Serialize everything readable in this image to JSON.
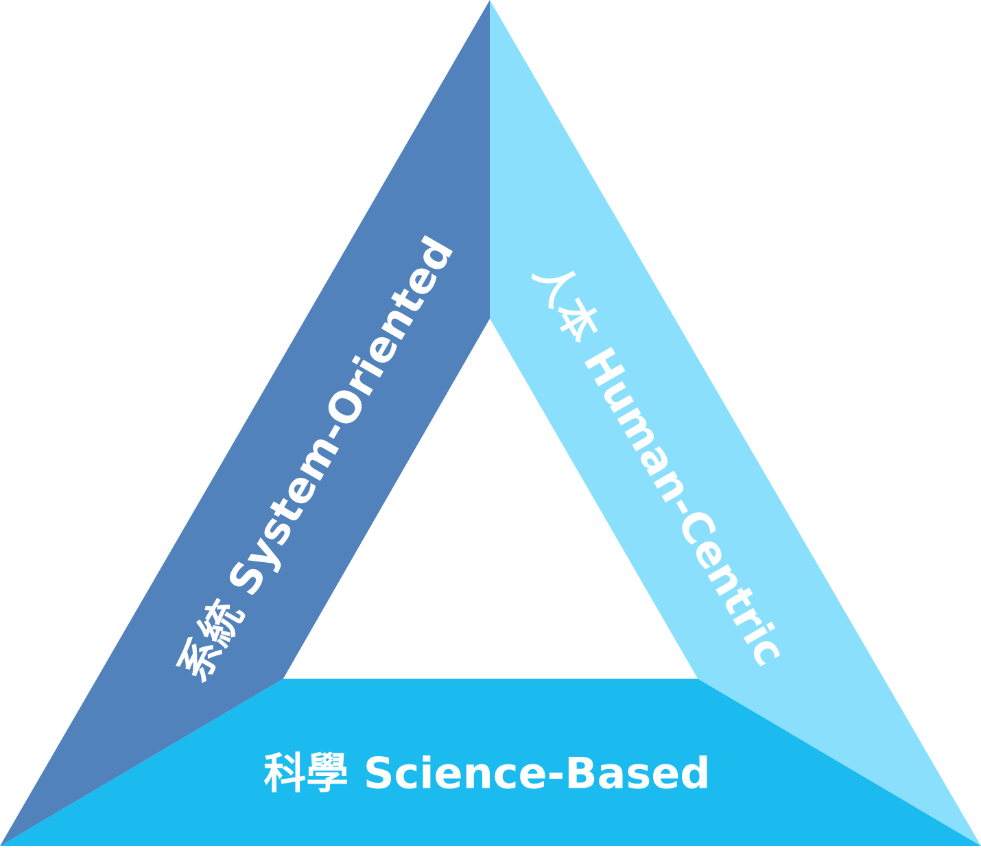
{
  "diagram": {
    "sides": [
      {
        "id": "left",
        "label": "系統 System-Oriented",
        "color": "#5182bb"
      },
      {
        "id": "right",
        "label": "人本 Human-Centric",
        "color": "#8ae0fc"
      },
      {
        "id": "bottom",
        "label": "科學 Science-Based",
        "color": "#1bbbf0"
      }
    ],
    "inner_color": "#ffffff"
  }
}
